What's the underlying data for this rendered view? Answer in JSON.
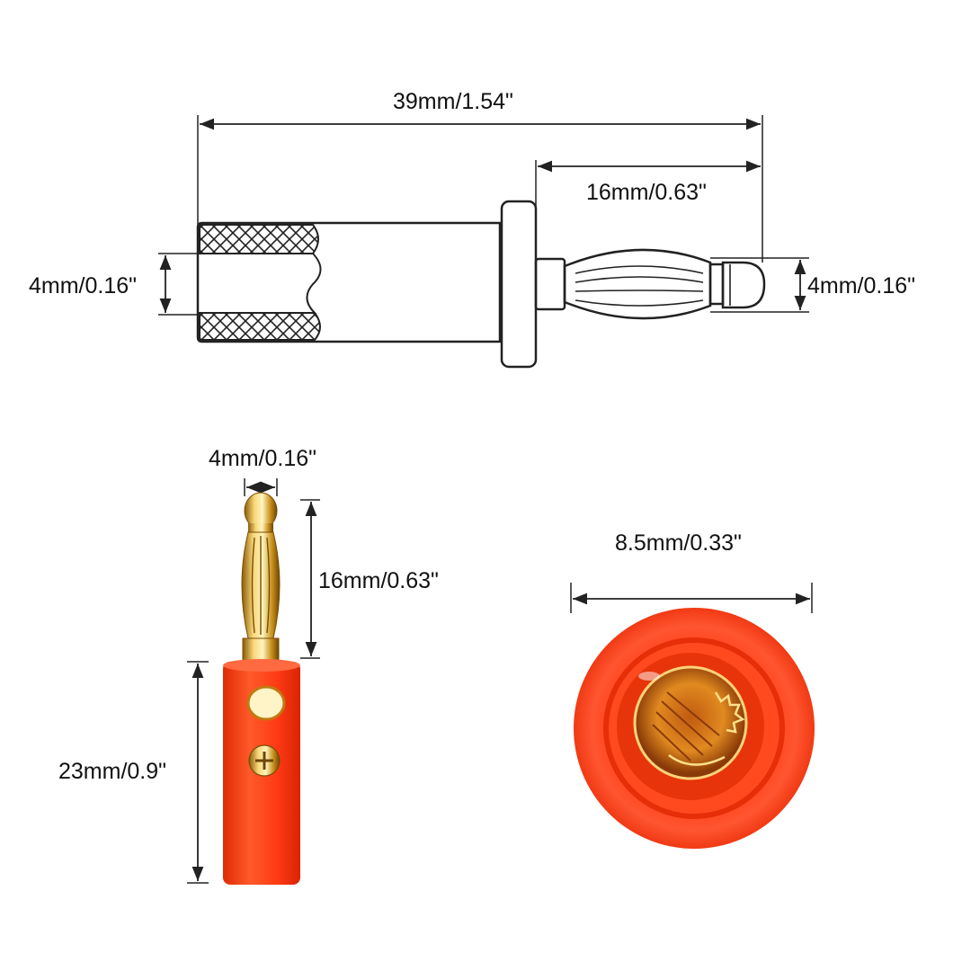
{
  "top_view": {
    "total_length": "39mm/1.54\"",
    "pin_length": "16mm/0.63\"",
    "hole_diameter": "4mm/0.16\"",
    "pin_diameter": "4mm/0.16\""
  },
  "side_view": {
    "pin_diameter": "4mm/0.16\"",
    "pin_length": "16mm/0.63\"",
    "body_length": "23mm/0.9\""
  },
  "end_view": {
    "outer_diameter": "8.5mm/0.33\""
  },
  "colors": {
    "line": "#222222",
    "body_red": "#ff3a14",
    "gold": "#d9a520"
  }
}
